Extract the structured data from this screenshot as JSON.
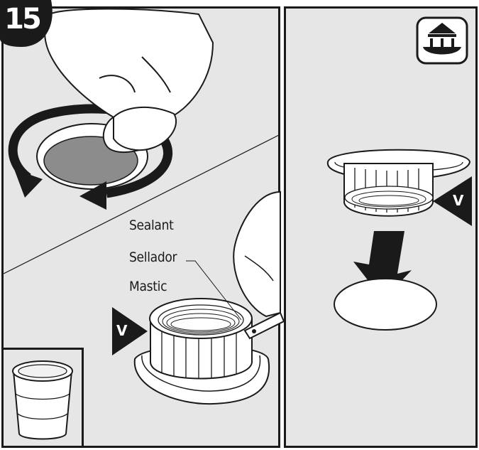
{
  "step": {
    "number": "15"
  },
  "labels": {
    "sealant": "Sealant",
    "sellador": "Sellador",
    "mastic": "Mastic"
  },
  "markers": {
    "left_v": "V",
    "right_v": "V"
  },
  "icons": {
    "rotate": "rotate-arrows-icon",
    "push_down": "down-arrow-icon",
    "pictogram": "boat-shelf-icon"
  },
  "colors": {
    "panel_bg": "#e6e6e6",
    "ink": "#1a1a1a",
    "hole": "#8c8c8c"
  }
}
